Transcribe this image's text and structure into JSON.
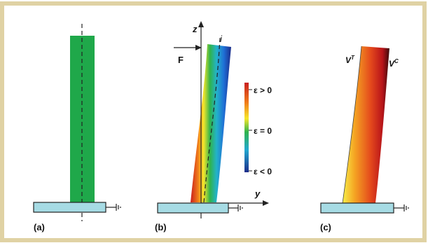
{
  "panels": {
    "a": {
      "label": "(a)"
    },
    "b": {
      "label": "(b)",
      "force_label": "F",
      "axis_z": "z",
      "axis_y": "y",
      "neutral_axis_label": "i",
      "colorbar": {
        "top": "ε > 0",
        "mid": "ε = 0",
        "bottom": "ε < 0"
      }
    },
    "c": {
      "label": "(c)",
      "vt": "V",
      "vt_sup": "T",
      "vc": "V",
      "vc_sup": "C"
    }
  },
  "colors": {
    "border": "#e0d2a4",
    "green_beam": "#1fa84a",
    "base": "#a6dbe4",
    "strain_positive": "#d7261f",
    "strain_zero": "#2ab150",
    "strain_negative": "#1b2c8a"
  }
}
